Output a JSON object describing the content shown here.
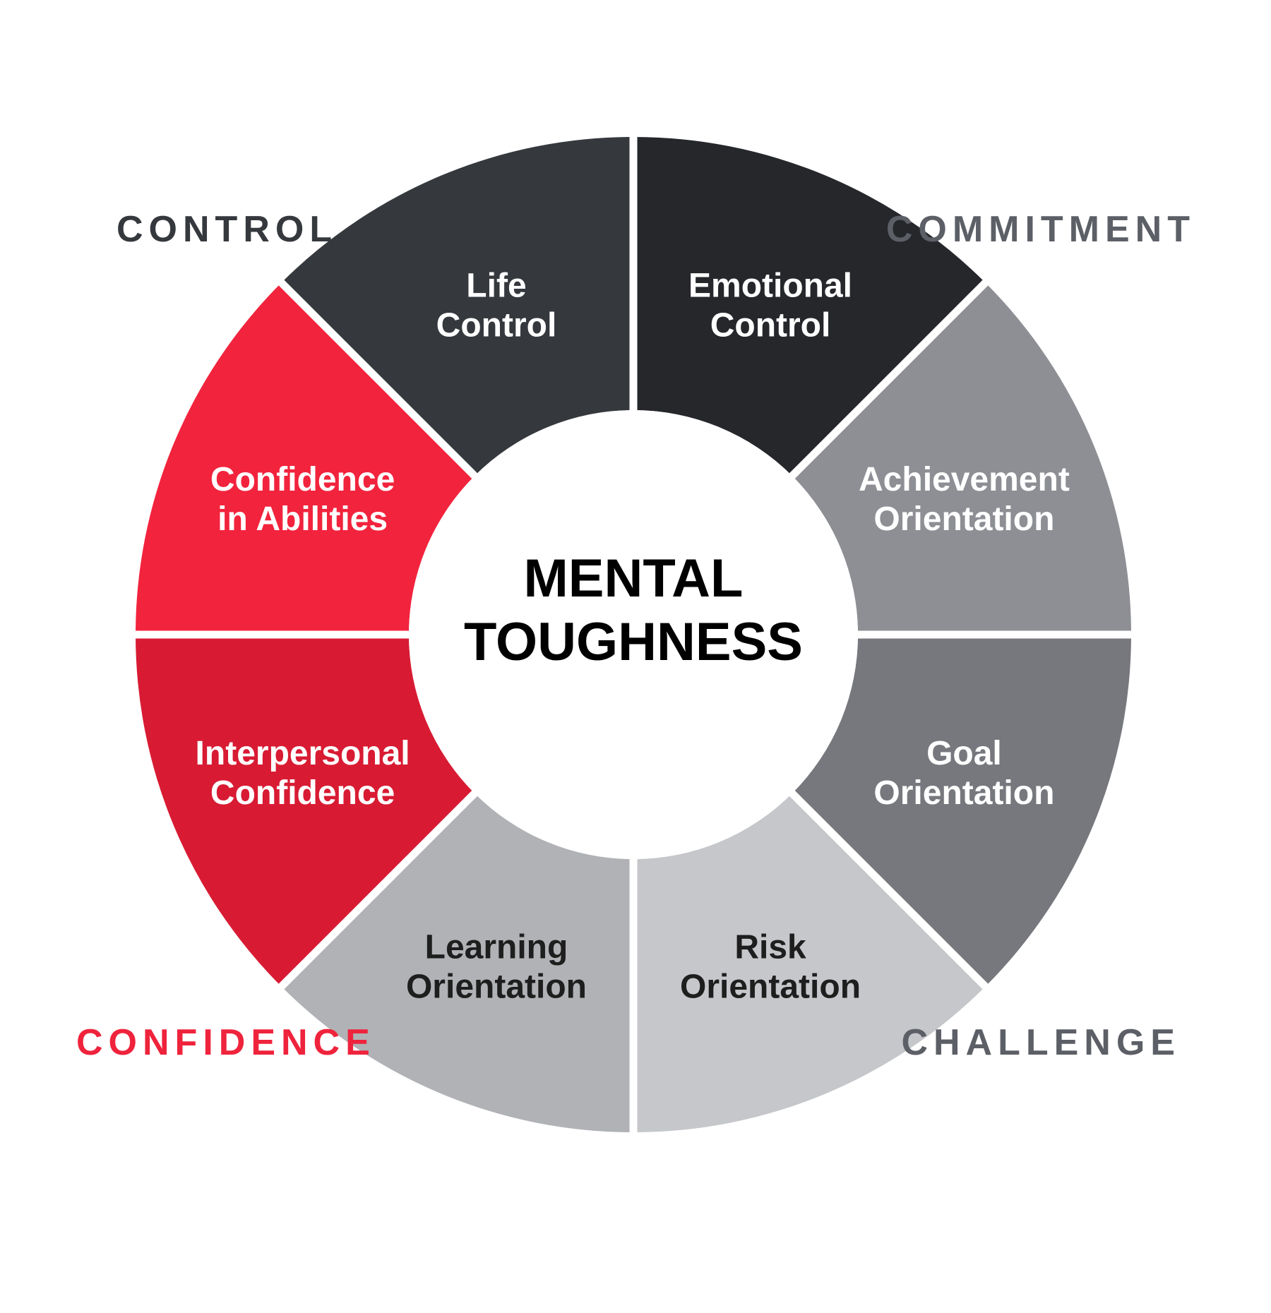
{
  "center": {
    "line1": "MENTAL",
    "line2": "TOUGHNESS"
  },
  "colors": {
    "background": "#ffffff",
    "separator": "#ffffff",
    "center_fill": "#ffffff"
  },
  "segments": [
    {
      "id": "emotional-control",
      "line1": "Emotional",
      "line2": "Control",
      "fill": "#25272b",
      "text_color": "#ffffff"
    },
    {
      "id": "achievement-orientation",
      "line1": "Achievement",
      "line2": "Orientation",
      "fill": "#8d8f94",
      "text_color": "#ffffff"
    },
    {
      "id": "goal-orientation",
      "line1": "Goal",
      "line2": "Orientation",
      "fill": "#76787d",
      "text_color": "#ffffff"
    },
    {
      "id": "risk-orientation",
      "line1": "Risk",
      "line2": "Orientation",
      "fill": "#c5c7ca",
      "text_color": "#1e1e1e"
    },
    {
      "id": "learning-orientation",
      "line1": "Learning",
      "line2": "Orientation",
      "fill": "#b0b2b5",
      "text_color": "#1e1e1e"
    },
    {
      "id": "interpersonal-confidence",
      "line1": "Interpersonal",
      "line2": "Confidence",
      "fill": "#d81b33",
      "text_color": "#ffffff"
    },
    {
      "id": "confidence-in-abilities",
      "line1": "Confidence",
      "line2": "in Abilities",
      "fill": "#f2233d",
      "text_color": "#ffffff"
    },
    {
      "id": "life-control",
      "line1": "Life",
      "line2": "Control",
      "fill": "#35383d",
      "text_color": "#ffffff"
    }
  ],
  "groups": [
    {
      "id": "control",
      "label": "CONTROL",
      "color": "#35383d"
    },
    {
      "id": "commitment",
      "label": "COMMITMENT",
      "color": "#5c5f66"
    },
    {
      "id": "challenge",
      "label": "CHALLENGE",
      "color": "#5c5f66"
    },
    {
      "id": "confidence",
      "label": "CONFIDENCE",
      "color": "#ef233c"
    }
  ]
}
